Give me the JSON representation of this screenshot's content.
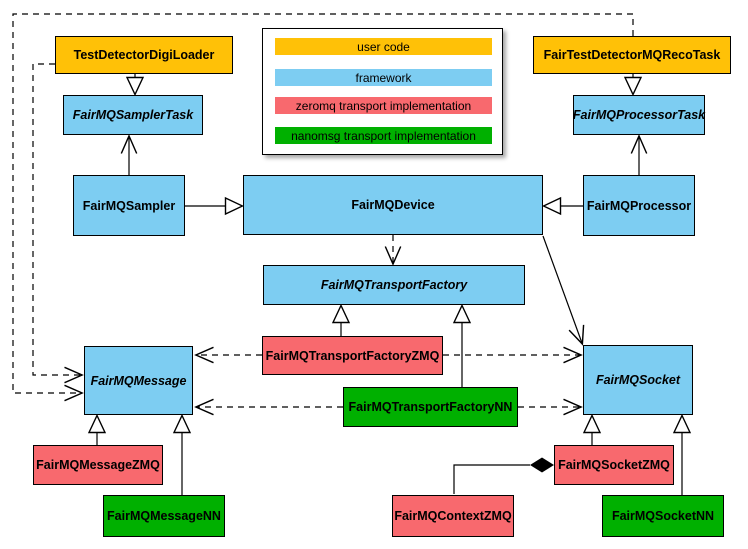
{
  "colors": {
    "user_code": "#FFC107",
    "framework": "#7DCDF2",
    "zeromq": "#F8696E",
    "nanomsg": "#00B000",
    "line": "#000000",
    "background": "#FFFFFF"
  },
  "legend": {
    "items": [
      {
        "label": "user code",
        "color": "#FFC107"
      },
      {
        "label": "framework",
        "color": "#7DCDF2"
      },
      {
        "label": "zeromq transport implementation",
        "color": "#F8696E"
      },
      {
        "label": "nanomsg transport implementation",
        "color": "#00B000"
      }
    ]
  },
  "nodes": {
    "test_detector_digi_loader": {
      "label": "TestDetectorDigiLoader",
      "category": "user code",
      "abstract": false
    },
    "fair_test_detector_mq_reco_task": {
      "label": "FairTestDetectorMQRecoTask",
      "category": "user code",
      "abstract": false
    },
    "fair_mq_sampler_task": {
      "label": "FairMQSamplerTask",
      "category": "framework",
      "abstract": true
    },
    "fair_mq_processor_task": {
      "label": "FairMQProcessorTask",
      "category": "framework",
      "abstract": true
    },
    "fair_mq_sampler": {
      "label": "FairMQSampler",
      "category": "framework",
      "abstract": false
    },
    "fair_mq_device": {
      "label": "FairMQDevice",
      "category": "framework",
      "abstract": false
    },
    "fair_mq_processor": {
      "label": "FairMQProcessor",
      "category": "framework",
      "abstract": false
    },
    "fair_mq_transport_factory": {
      "label": "FairMQTransportFactory",
      "category": "framework",
      "abstract": true
    },
    "fair_mq_transport_factory_zmq": {
      "label": "FairMQTransportFactoryZMQ",
      "category": "zeromq transport implementation",
      "abstract": false
    },
    "fair_mq_transport_factory_nn": {
      "label": "FairMQTransportFactoryNN",
      "category": "nanomsg transport implementation",
      "abstract": false
    },
    "fair_mq_message": {
      "label": "FairMQMessage",
      "category": "framework",
      "abstract": true
    },
    "fair_mq_socket": {
      "label": "FairMQSocket",
      "category": "framework",
      "abstract": true
    },
    "fair_mq_message_zmq": {
      "label": "FairMQMessageZMQ",
      "category": "zeromq transport implementation",
      "abstract": false
    },
    "fair_mq_message_nn": {
      "label": "FairMQMessageNN",
      "category": "nanomsg transport implementation",
      "abstract": false
    },
    "fair_mq_context_zmq": {
      "label": "FairMQContextZMQ",
      "category": "zeromq transport implementation",
      "abstract": false
    },
    "fair_mq_socket_zmq": {
      "label": "FairMQSocketZMQ",
      "category": "zeromq transport implementation",
      "abstract": false
    },
    "fair_mq_socket_nn": {
      "label": "FairMQSocketNN",
      "category": "nanomsg transport implementation",
      "abstract": false
    }
  },
  "edges": [
    {
      "from": "TestDetectorDigiLoader",
      "to": "FairMQSamplerTask",
      "type": "generalization"
    },
    {
      "from": "FairTestDetectorMQRecoTask",
      "to": "FairMQProcessorTask",
      "type": "generalization"
    },
    {
      "from": "FairMQSampler",
      "to": "FairMQDevice",
      "type": "generalization"
    },
    {
      "from": "FairMQProcessor",
      "to": "FairMQDevice",
      "type": "generalization"
    },
    {
      "from": "FairMQTransportFactoryZMQ",
      "to": "FairMQTransportFactory",
      "type": "generalization"
    },
    {
      "from": "FairMQTransportFactoryNN",
      "to": "FairMQTransportFactory",
      "type": "generalization"
    },
    {
      "from": "FairMQMessageZMQ",
      "to": "FairMQMessage",
      "type": "generalization"
    },
    {
      "from": "FairMQMessageNN",
      "to": "FairMQMessage",
      "type": "generalization"
    },
    {
      "from": "FairMQSocketZMQ",
      "to": "FairMQSocket",
      "type": "generalization"
    },
    {
      "from": "FairMQSocketNN",
      "to": "FairMQSocket",
      "type": "generalization"
    },
    {
      "from": "FairMQSampler",
      "to": "FairMQSamplerTask",
      "type": "association"
    },
    {
      "from": "FairMQProcessor",
      "to": "FairMQProcessorTask",
      "type": "association"
    },
    {
      "from": "FairMQDevice",
      "to": "FairMQSocket",
      "type": "association"
    },
    {
      "from": "FairMQDevice",
      "to": "FairMQTransportFactory",
      "type": "dependency"
    },
    {
      "from": "FairMQTransportFactoryZMQ",
      "to": "FairMQMessage",
      "type": "dependency"
    },
    {
      "from": "FairMQTransportFactoryZMQ",
      "to": "FairMQSocket",
      "type": "dependency"
    },
    {
      "from": "FairMQTransportFactoryNN",
      "to": "FairMQMessage",
      "type": "dependency"
    },
    {
      "from": "FairMQTransportFactoryNN",
      "to": "FairMQSocket",
      "type": "dependency"
    },
    {
      "from": "TestDetectorDigiLoader",
      "to": "FairMQMessage",
      "type": "dependency"
    },
    {
      "from": "FairTestDetectorMQRecoTask",
      "to": "FairMQMessage",
      "type": "dependency"
    },
    {
      "from": "FairMQSocketZMQ",
      "to": "FairMQContextZMQ",
      "type": "composition"
    }
  ]
}
